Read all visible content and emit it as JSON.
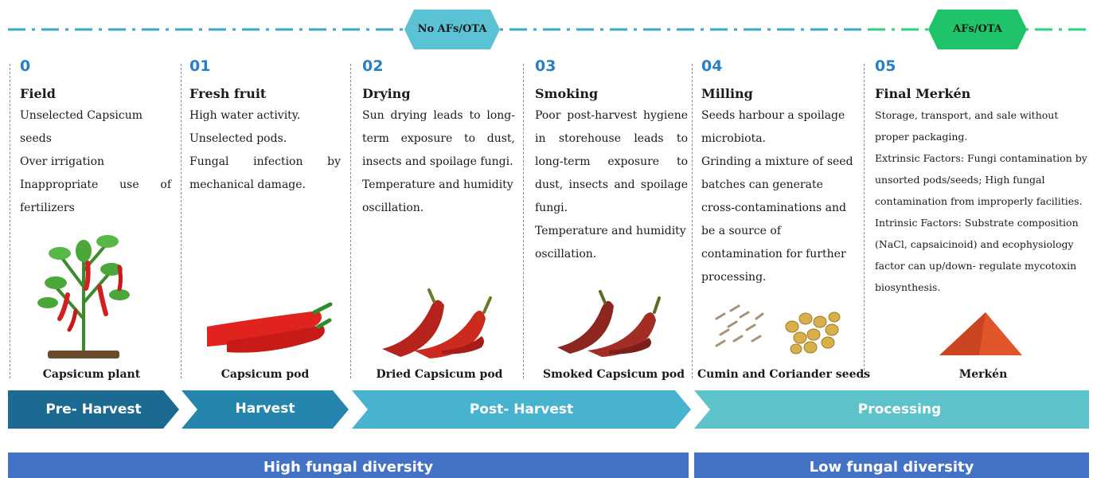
{
  "badges": {
    "no_afs": "No AFs/OTA",
    "afs": "AFs/OTA"
  },
  "stages": [
    {
      "number": "0",
      "title": "Field",
      "text": [
        "Unselected Capsicum seeds",
        "Over irrigation",
        "Inappropriate use of fertilizers"
      ],
      "caption": "Capsicum plant",
      "image": "capsicum-plant"
    },
    {
      "number": "01",
      "title": "Fresh fruit",
      "text": [
        "High water activity.",
        "Unselected pods.",
        "Fungal infection by mechanical damage."
      ],
      "caption": "Capsicum pod",
      "image": "fresh-capsicum-pods"
    },
    {
      "number": "02",
      "title": "Drying",
      "text": [
        "Sun drying leads to long-term exposure to dust, insects and spoilage fungi.",
        "Temperature and humidity oscillation."
      ],
      "caption": "Dried Capsicum pod",
      "image": "dried-capsicum-pods"
    },
    {
      "number": "03",
      "title": "Smoking",
      "text": [
        "Poor post-harvest hygiene in storehouse leads to long-term exposure to dust, insects and spoilage fungi.",
        "Temperature and humidity oscillation."
      ],
      "caption": "Smoked Capsicum pod",
      "image": "smoked-capsicum-pods"
    },
    {
      "number": "04",
      "title": "Milling",
      "text": [
        "Seeds harbour a spoilage microbiota.",
        "Grinding a mixture of seed batches can generate cross-contaminations and be a source of contamination for further processing."
      ],
      "caption": "Cumin and Coriander seeds",
      "image": "cumin-coriander-seeds"
    },
    {
      "number": "05",
      "title": "Final Merkén",
      "text": [
        "Storage, transport, and sale without proper packaging.",
        "Extrinsic Factors: Fungi contamination by unsorted pods/seeds;  High fungal contamination from improperly facilities.",
        "Intrinsic Factors: Substrate composition (NaCl, capsaicinoid) and ecophysiology factor can up/down- regulate mycotoxin biosynthesis."
      ],
      "caption": "Merkén",
      "image": "merken-powder"
    }
  ],
  "phases": [
    "Pre- Harvest",
    "Harvest",
    "Post- Harvest",
    "Processing"
  ],
  "diversity": {
    "high": "High fungal diversity",
    "low": "Low fungal diversity"
  },
  "colors": {
    "pre_harvest": "#1c6a92",
    "harvest": "#2585ad",
    "post_harvest": "#48b3cf",
    "processing": "#5dc2c9",
    "diversity_bar": "#4472c4",
    "dash_blue": "#3aa6c9",
    "dash_green": "#2fd07a",
    "badge_blue": "#5bc2d4",
    "badge_green": "#1fc46a",
    "stage_number": "#2a7fc4"
  }
}
